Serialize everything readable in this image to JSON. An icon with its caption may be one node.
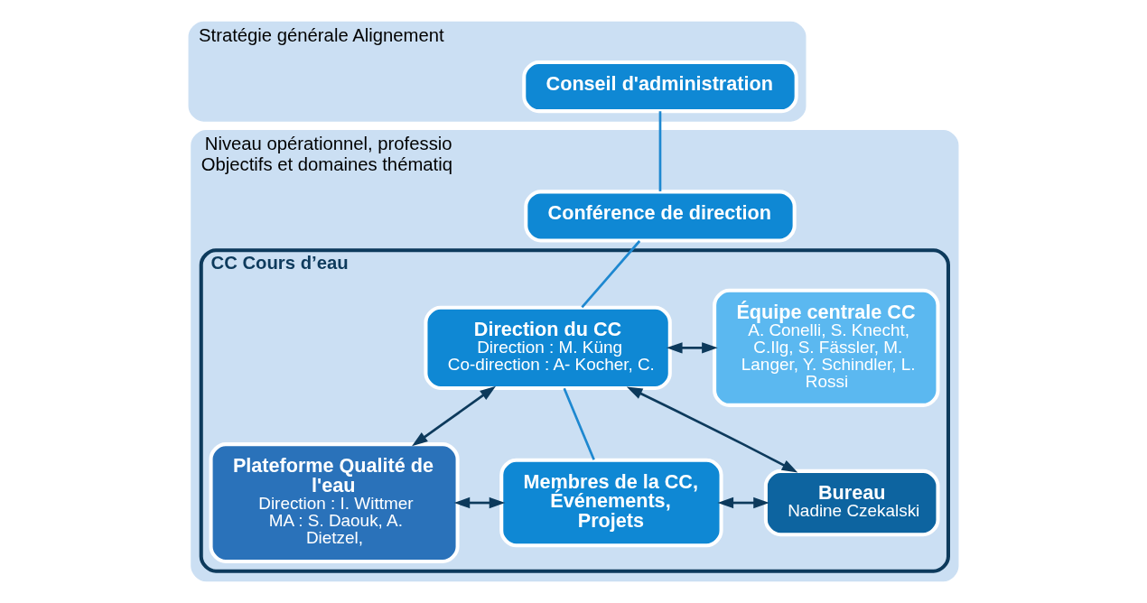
{
  "diagram": {
    "nodes": [
      {
        "text": [
          "Stratégie générale Alignement"
        ]
      },
      {
        "text": [
          "Conseil d'administration"
        ],
        "in": 0
      },
      {
        "text": [
          "Niveau opérationnel, professio Objectifs et domaines thématiq"
        ]
      },
      {
        "text": [
          "Conférence de direction"
        ],
        "in": 2
      },
      {
        "text": [
          "CC Cours d’eau"
        ],
        "in": 2
      },
      {
        "text": [
          "Direction du CC",
          "Direction : M. Küng",
          "Co-direction : A- Kocher, C."
        ],
        "in": 4
      },
      {
        "text": [
          "Équipe centrale CC",
          "A. Conelli, S. Knecht, C.Ilg, S. Fässler, M. Langer, Y. Schindler, L. Rossi"
        ],
        "in": 4
      },
      {
        "text": [
          "Plateforme Qualité de l'eau",
          "Direction : I. Wittmer",
          "MA : S. Daouk, A. Dietzel,"
        ],
        "in": 4
      },
      {
        "text": [
          "Membres de la CC, Événements, Projets"
        ],
        "in": 4
      },
      {
        "text": [
          "Bureau",
          "Nadine Czekalski"
        ],
        "in": 4
      }
    ],
    "edges": [
      {
        "from": 1,
        "to": 3,
        "arrow": "none",
        "color": "#1e88d0"
      },
      {
        "from": 3,
        "to": 5,
        "arrow": "none",
        "color": "#1e88d0"
      },
      {
        "from": 5,
        "to": 8,
        "arrow": "none",
        "color": "#1e88d0"
      },
      {
        "from": 5,
        "to": 6,
        "arrow": "both"
      },
      {
        "from": 7,
        "to": 5,
        "arrow": "both"
      },
      {
        "from": 7,
        "to": 8,
        "arrow": "both"
      },
      {
        "from": 5,
        "to": 9,
        "arrow": "both"
      },
      {
        "from": 8,
        "to": 9,
        "arrow": "both"
      }
    ]
  }
}
